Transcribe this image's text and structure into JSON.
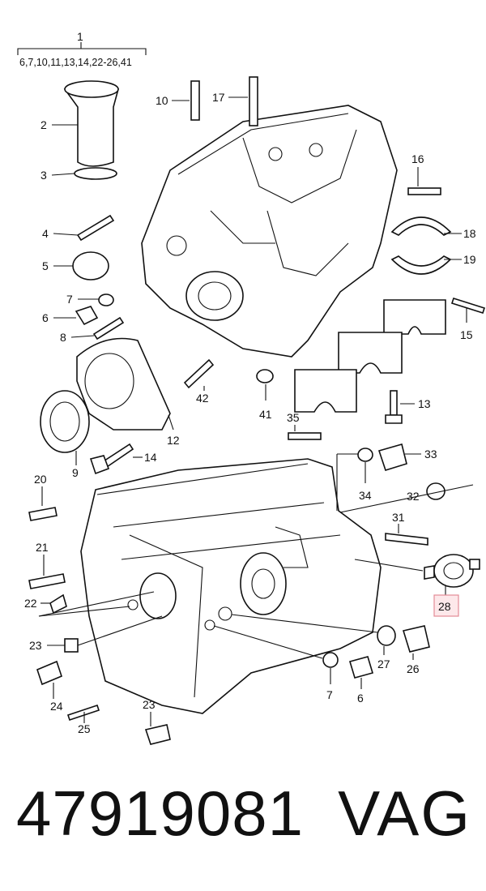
{
  "title_group": {
    "number": "1",
    "contents": "6,7,10,11,13,14,22-26,41"
  },
  "callouts": {
    "c2": "2",
    "c3": "3",
    "c4": "4",
    "c5": "5",
    "c6a": "6",
    "c7a": "7",
    "c8": "8",
    "c9": "9",
    "c10": "10",
    "c12": "12",
    "c13": "13",
    "c14": "14",
    "c15": "15",
    "c16": "16",
    "c17": "17",
    "c18": "18",
    "c19": "19",
    "c20": "20",
    "c21": "21",
    "c22": "22",
    "c23a": "23",
    "c23b": "23",
    "c24": "24",
    "c25": "25",
    "c26": "26",
    "c27": "27",
    "c28": "28",
    "c31": "31",
    "c32": "32",
    "c33": "33",
    "c34": "34",
    "c35": "35",
    "c41": "41",
    "c42": "42",
    "c6b": "6",
    "c7b": "7"
  },
  "highlight": {
    "part": "28",
    "color": "#fde8ea"
  },
  "footer": {
    "part_number": "47919081",
    "brand": "VAG"
  }
}
